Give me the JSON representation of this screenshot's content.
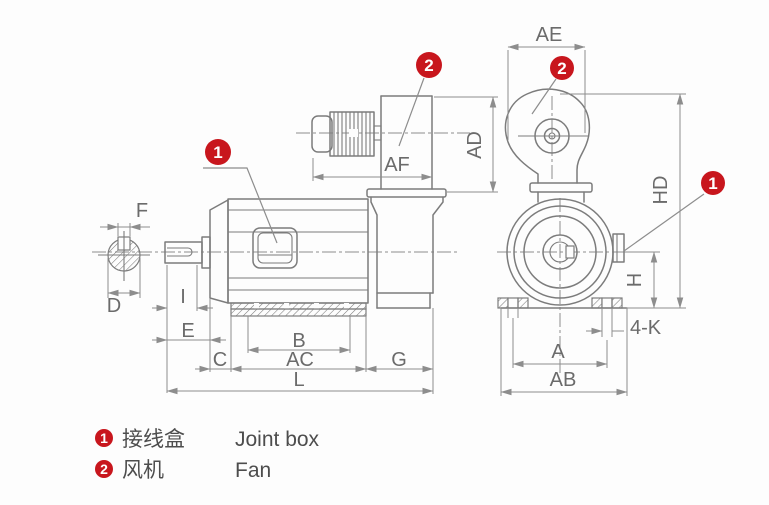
{
  "colors": {
    "line_gray": "#7c7c7c",
    "dim_gray": "#8d8d8d",
    "text_gray": "#6b6b6b",
    "callout_red": "#c8161d",
    "background": "#fdfdfd"
  },
  "dims": {
    "F": "F",
    "D": "D",
    "I": "I",
    "E": "E",
    "C": "C",
    "B": "B",
    "AC": "AC",
    "G": "G",
    "L": "L",
    "AF": "AF",
    "AD": "AD",
    "AE": "AE",
    "HD": "HD",
    "H": "H",
    "A": "A",
    "AB": "AB",
    "K4": "4-K"
  },
  "callouts": {
    "one": "1",
    "two": "2"
  },
  "legend": {
    "items": [
      {
        "num": "1",
        "zh": "接线盒",
        "en": "Joint box"
      },
      {
        "num": "2",
        "zh": "风机",
        "en": "Fan"
      }
    ]
  }
}
